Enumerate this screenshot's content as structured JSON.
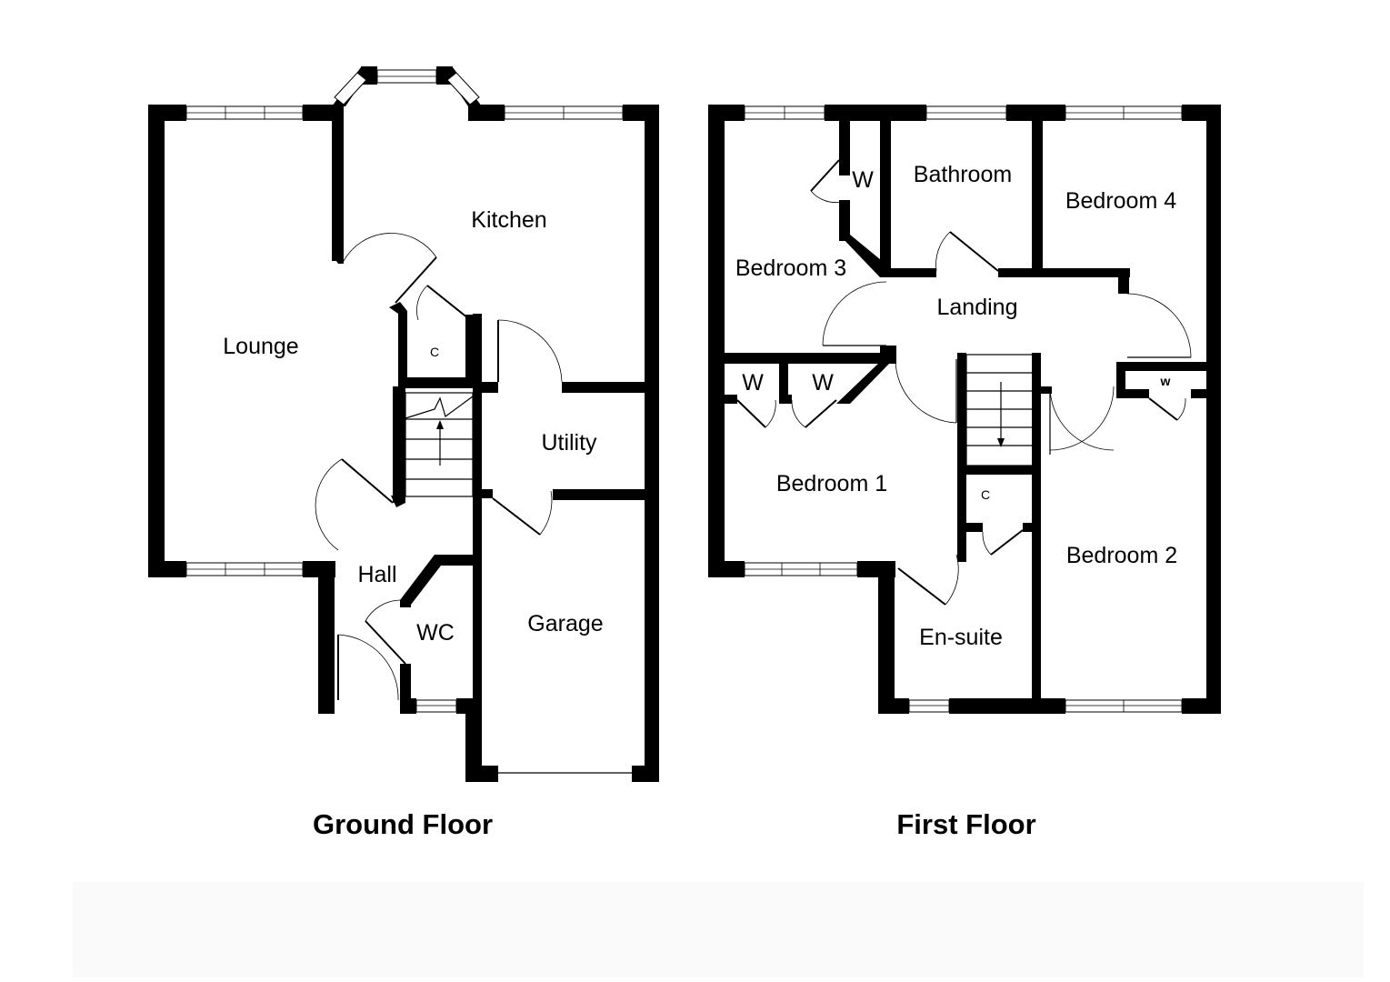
{
  "floors": [
    {
      "title": "Ground Floor",
      "rooms": {
        "lounge": "Lounge",
        "kitchen": "Kitchen",
        "cupboard": "C",
        "utility": "Utility",
        "hall": "Hall",
        "wc": "WC",
        "garage": "Garage"
      }
    },
    {
      "title": "First Floor",
      "rooms": {
        "bedroom3": "Bedroom 3",
        "wardrobe_b3": "W",
        "bathroom": "Bathroom",
        "bedroom4": "Bedroom 4",
        "landing": "Landing",
        "wardrobe_b1_a": "W",
        "wardrobe_b1_b": "W",
        "wardrobe_b2": "w",
        "bedroom1": "Bedroom 1",
        "cupboard": "C",
        "bedroom2": "Bedroom 2",
        "ensuite": "En-suite"
      }
    }
  ],
  "colors": {
    "wall": "#000000",
    "background": "#ffffff"
  }
}
